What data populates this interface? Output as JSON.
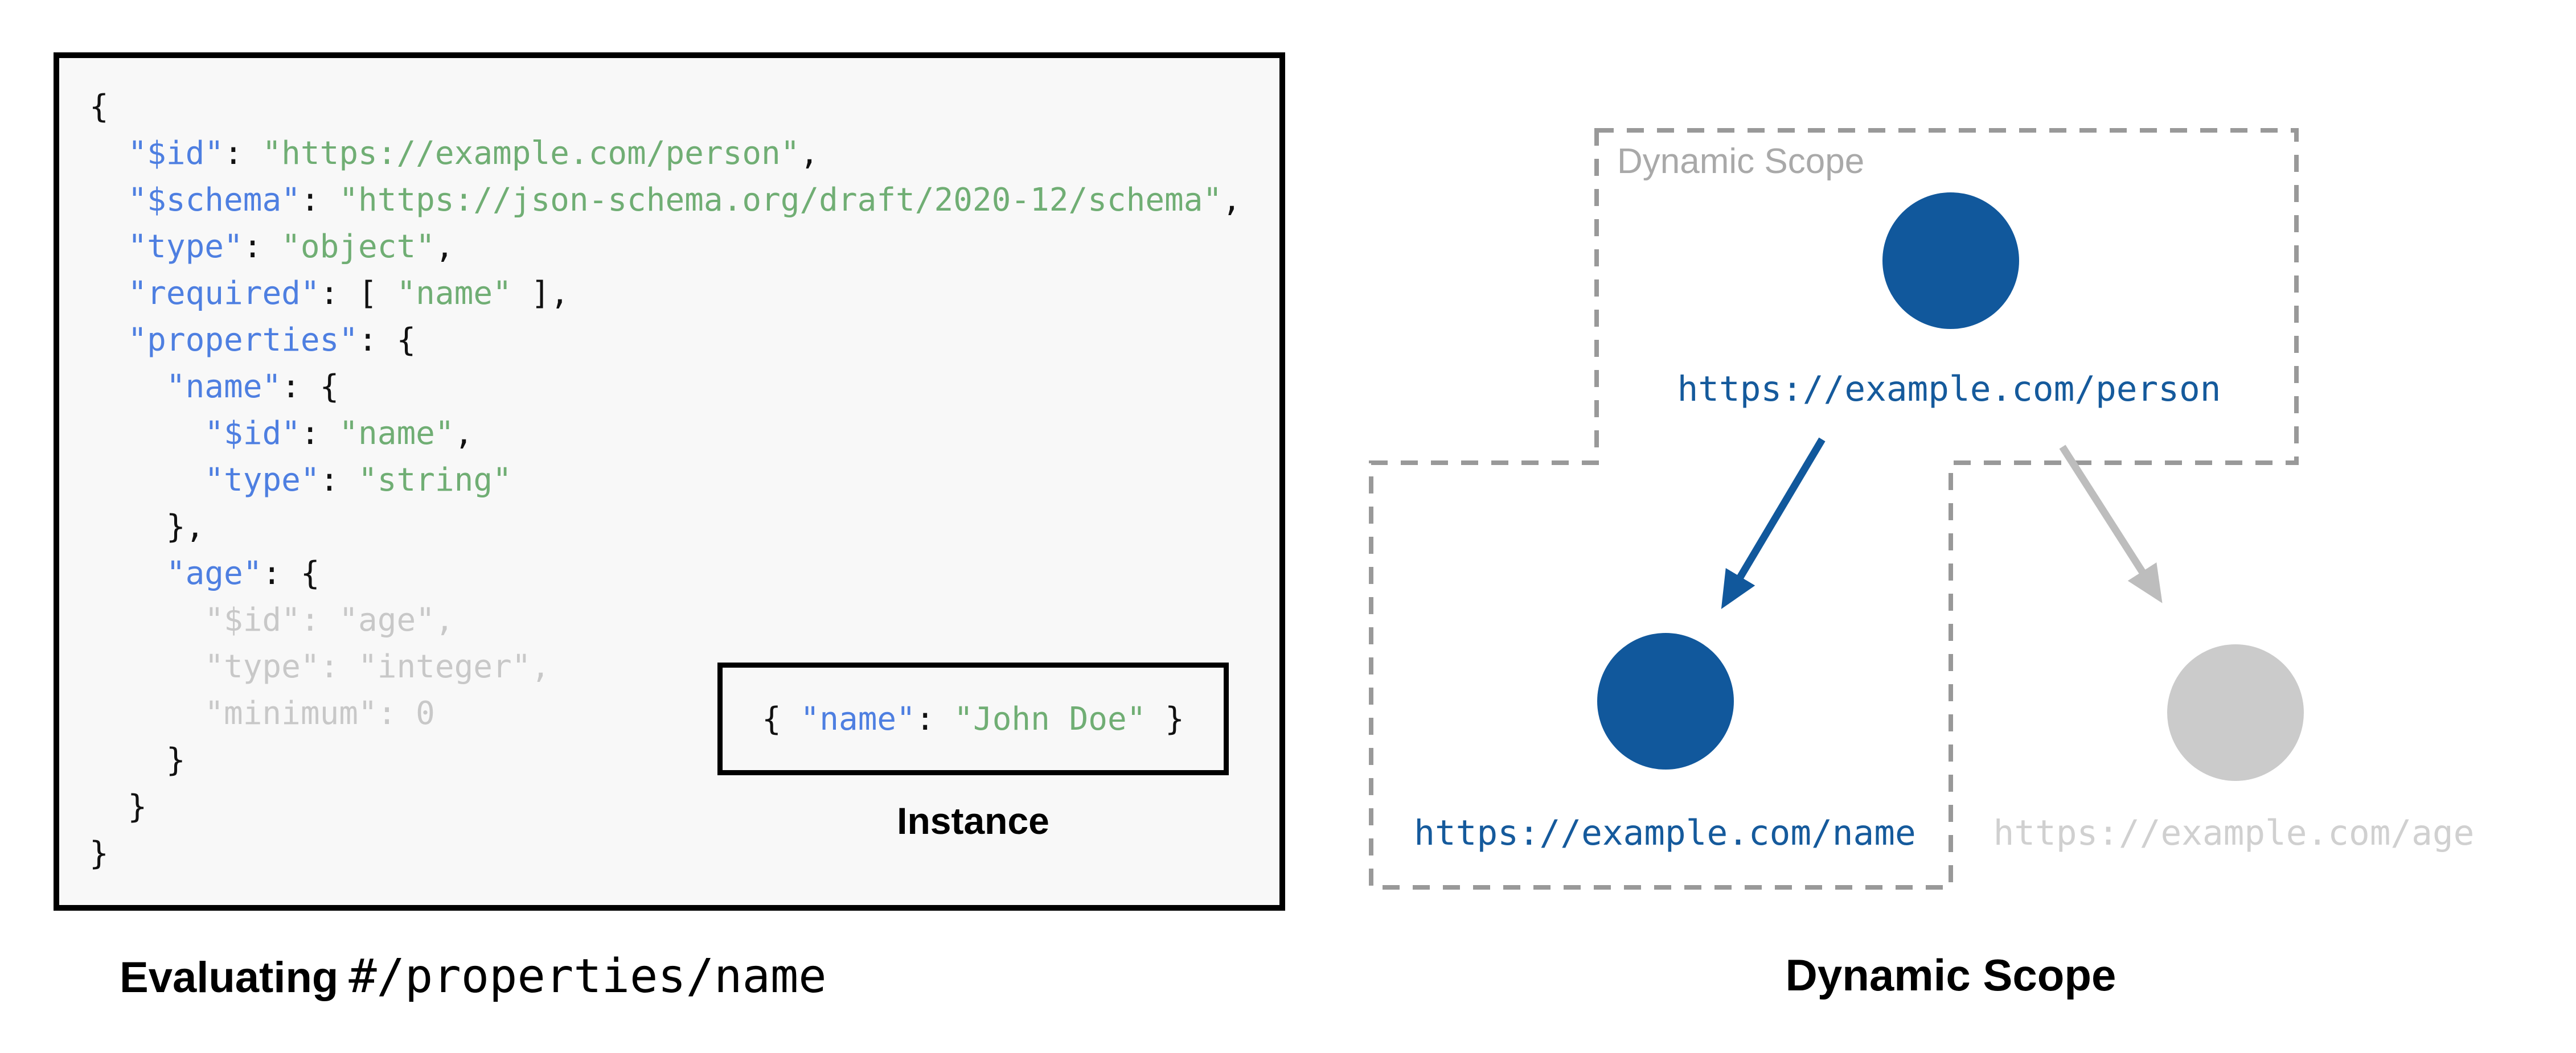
{
  "left_panel": {
    "code": {
      "lines": [
        [
          [
            "plain",
            "{"
          ]
        ],
        [
          [
            "plain",
            "  "
          ],
          [
            "key",
            "\"$id\""
          ],
          [
            "plain",
            ": "
          ],
          [
            "str",
            "\"https://example.com/person\""
          ],
          [
            "plain",
            ","
          ]
        ],
        [
          [
            "plain",
            "  "
          ],
          [
            "key",
            "\"$schema\""
          ],
          [
            "plain",
            ": "
          ],
          [
            "str",
            "\"https://json-schema.org/draft/2020-12/schema\""
          ],
          [
            "plain",
            ","
          ]
        ],
        [
          [
            "plain",
            "  "
          ],
          [
            "key",
            "\"type\""
          ],
          [
            "plain",
            ": "
          ],
          [
            "str",
            "\"object\""
          ],
          [
            "plain",
            ","
          ]
        ],
        [
          [
            "plain",
            "  "
          ],
          [
            "key",
            "\"required\""
          ],
          [
            "plain",
            ": [ "
          ],
          [
            "str",
            "\"name\""
          ],
          [
            "plain",
            " ],"
          ]
        ],
        [
          [
            "plain",
            "  "
          ],
          [
            "key",
            "\"properties\""
          ],
          [
            "plain",
            ": {"
          ]
        ],
        [
          [
            "plain",
            "    "
          ],
          [
            "key",
            "\"name\""
          ],
          [
            "plain",
            ": {"
          ]
        ],
        [
          [
            "plain",
            "      "
          ],
          [
            "key",
            "\"$id\""
          ],
          [
            "plain",
            ": "
          ],
          [
            "str",
            "\"name\""
          ],
          [
            "plain",
            ","
          ]
        ],
        [
          [
            "plain",
            "      "
          ],
          [
            "key",
            "\"type\""
          ],
          [
            "plain",
            ": "
          ],
          [
            "str",
            "\"string\""
          ]
        ],
        [
          [
            "plain",
            "    },"
          ]
        ],
        [
          [
            "plain",
            "    "
          ],
          [
            "key",
            "\"age\""
          ],
          [
            "plain",
            ": {"
          ]
        ],
        [
          [
            "dim",
            "      \"$id\": \"age\","
          ]
        ],
        [
          [
            "dim",
            "      \"type\": \"integer\","
          ]
        ],
        [
          [
            "dim",
            "      \"minimum\": 0"
          ]
        ],
        [
          [
            "plain",
            "    }"
          ]
        ],
        [
          [
            "plain",
            "  }"
          ]
        ],
        [
          [
            "plain",
            "}"
          ]
        ]
      ]
    },
    "instance": {
      "label": "Instance",
      "line": [
        [
          "plain",
          "{ "
        ],
        [
          "key",
          "\"name\""
        ],
        [
          "plain",
          ": "
        ],
        [
          "str",
          "\"John Doe\""
        ],
        [
          "plain",
          " }"
        ]
      ]
    },
    "caption": {
      "bold": "Evaluating",
      "mono": "#/properties/name"
    }
  },
  "diagram": {
    "scope_label": "Dynamic Scope",
    "caption": "Dynamic Scope",
    "nodes": [
      {
        "id": "person",
        "url": "https://example.com/person",
        "state": "active"
      },
      {
        "id": "name",
        "url": "https://example.com/name",
        "state": "active"
      },
      {
        "id": "age",
        "url": "https://example.com/age",
        "state": "inactive"
      }
    ]
  },
  "colors": {
    "panel_bg": "#f8f8f8",
    "code_plain": "#111111",
    "code_key": "#4e7fe1",
    "code_string": "#70ae74",
    "code_dim": "#c8c8c8",
    "node_active": "#11589c",
    "node_inactive": "#cbcbcb",
    "url_active": "#155a9c",
    "url_inactive": "#d0d0d0",
    "arrow_active": "#11589c",
    "arrow_inactive": "#bdbdbd",
    "scope_dash": "#999999",
    "scope_label": "#a9a9a9",
    "caption_text": "#000000"
  }
}
